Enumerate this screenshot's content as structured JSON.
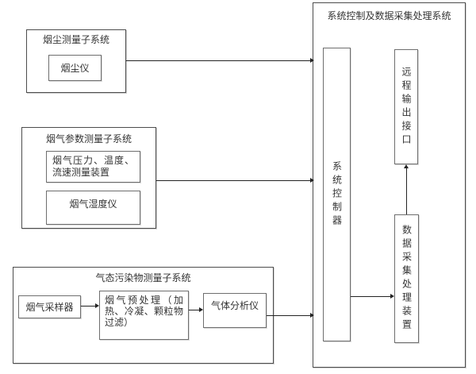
{
  "dust_subsystem": {
    "title": "烟尘测量子系统",
    "dust_meter": "烟尘仪"
  },
  "flue_gas_params_subsystem": {
    "title": "烟气参数测量子系统",
    "pressure_temp_flow_device": "烟气压力、温度、流速测量装置",
    "humidity_meter": "烟气湿度仪"
  },
  "gas_pollutant_subsystem": {
    "title": "气态污染物测量子系统",
    "sampler": "烟气采样器",
    "pretreatment": "烟气预处理（加热、冷凝、颗粒物过滤）",
    "analyzer": "气体分析仪"
  },
  "control_system": {
    "title": "系统控制及数据采集处理系统",
    "controller": "系统控制器",
    "remote_output_interface": "远程输出接口",
    "data_acquisition_device": "数据采集处理装置"
  },
  "colors": {
    "border-outer": "#4d4d4d",
    "border-inner": "#6e6e6e",
    "arrow": "#232323",
    "text": "#333333",
    "bg": "#ffffff"
  }
}
